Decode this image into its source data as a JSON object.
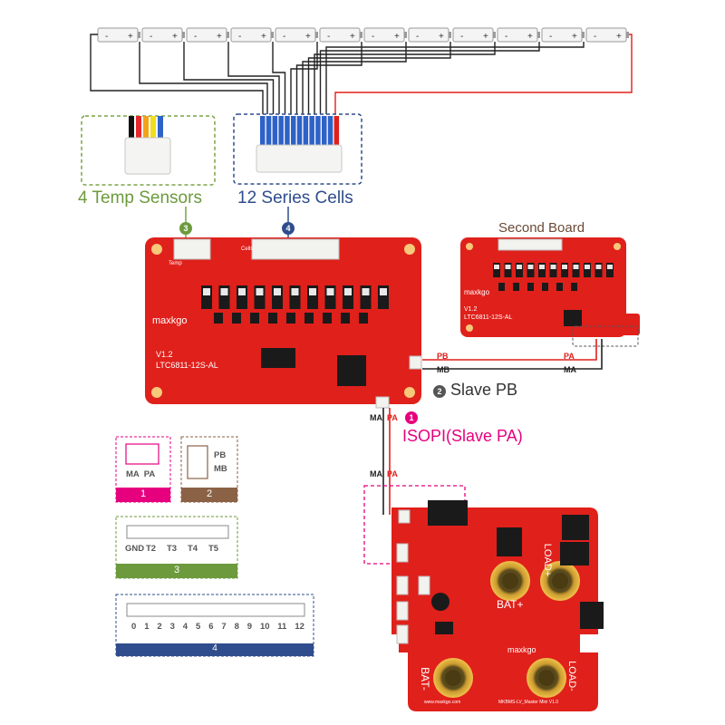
{
  "battery_pack": {
    "cell_count": 12,
    "cell_terminal_minus": "-",
    "cell_terminal_plus": "+"
  },
  "labels": {
    "temp_sensors": "4 Temp Sensors",
    "series_cells": "12 Series Cells",
    "second_board": "Second Board",
    "slave_pb": "Slave PB",
    "isospi": "ISOPI(Slave PA)",
    "step1": "1",
    "step2": "2",
    "step3": "3",
    "step4": "4"
  },
  "main_board": {
    "version": "V1.2",
    "model": "LTC6811-12S-AL",
    "brand": "maxkgo",
    "temp_port": "Temp",
    "cells_port": "Cells"
  },
  "second_board": {
    "version": "V1.2",
    "model": "LTC6811-12S-AL",
    "brand": "maxkgo"
  },
  "connections": {
    "pb": "PB",
    "mb": "MB",
    "pa": "PA",
    "ma": "MA",
    "ma_top": "MA",
    "pa_top": "PA",
    "ma_mid": "MA",
    "pa_mid": "PA"
  },
  "master_board": {
    "bat_plus": "BAT+",
    "bat_minus": "BAT-",
    "load_plus": "LOAD+",
    "load_minus": "LOAD-",
    "brand": "maxkgo",
    "footer": "www.maxkgo.com",
    "model": "MKBMS-LV_Master Mini V1.0"
  },
  "legend": {
    "box1": {
      "pins": "MA  PA",
      "number": "1"
    },
    "box2": {
      "pin_top": "PB",
      "pin_bottom": "MB",
      "number": "2"
    },
    "box3": {
      "pins": [
        "GND",
        "T2",
        "T3",
        "T4",
        "T5"
      ],
      "number": "3"
    },
    "box4": {
      "pins": [
        "0",
        "1",
        "2",
        "3",
        "4",
        "5",
        "6",
        "7",
        "8",
        "9",
        "10",
        "11",
        "12"
      ],
      "number": "4"
    }
  },
  "colors": {
    "board_red": "#e0201b",
    "pink": "#e6007e",
    "brown": "#8b6245",
    "green": "#6c9a3d",
    "navy": "#2f4d8c",
    "slave_text": "#333333"
  }
}
